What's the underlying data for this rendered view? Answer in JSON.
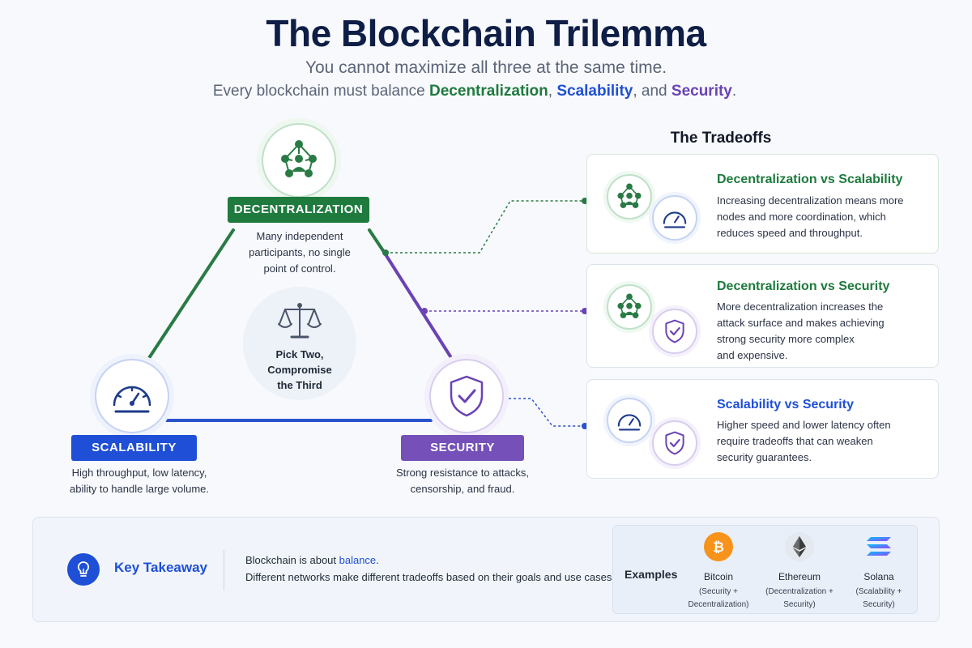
{
  "header": {
    "title": "The Blockchain Trilemma",
    "subtitle": "You cannot maximize all three at the same time.",
    "lead_prefix": "Every blockchain must balance ",
    "lead_decentralization": "Decentralization",
    "lead_comma": ", ",
    "lead_scalability": "Scalability",
    "lead_and": ", and ",
    "lead_security": "Security",
    "lead_end": "."
  },
  "trilemma": {
    "decentralization": {
      "label": "DECENTRALIZATION",
      "desc_lines": [
        "Many independent",
        "participants, no single",
        "point of control."
      ],
      "color": "#1e7a3d",
      "icon": "network-person-icon"
    },
    "scalability": {
      "label": "SCALABILITY",
      "desc_lines": [
        "High throughput, low latency,",
        "ability to handle large volume."
      ],
      "color": "#1e4fd6",
      "icon": "speedometer-icon"
    },
    "security": {
      "label": "SECURITY",
      "desc_lines": [
        "Strong resistance to attacks,",
        "censorship, and fraud."
      ],
      "color": "#7450b8",
      "icon": "shield-check-icon"
    },
    "center": {
      "lines": [
        "Pick Two,",
        "Compromise",
        "the Third"
      ],
      "icon": "balance-scale-icon"
    }
  },
  "tradeoffs": {
    "title": "The Tradeoffs",
    "cards": [
      {
        "title": "Decentralization vs Scalability",
        "body_lines": [
          "Increasing decentralization means more",
          "nodes and more coordination, which",
          "reduces speed and throughput."
        ],
        "title_color": "#1e7a3d"
      },
      {
        "title": "Decentralization vs Security",
        "body_lines": [
          "More decentralization increases the",
          "attack surface and makes achieving",
          "strong security more complex",
          "and expensive."
        ],
        "title_color": "#1e7a3d"
      },
      {
        "title": "Scalability vs Security",
        "body_lines": [
          "Higher speed and lower latency often",
          "require tradeoffs that can weaken",
          "security guarantees."
        ],
        "title_color": "#1e4fd6"
      }
    ]
  },
  "takeaway": {
    "label": "Key Takeaway",
    "line1_prefix": "Blockchain is about ",
    "line1_highlight": "balance",
    "line1_end": ".",
    "line2": "Different networks make different tradeoffs based on their goals and use cases.",
    "examples_label": "Examples",
    "examples": [
      {
        "name": "Bitcoin",
        "sub_lines": [
          "(Security +",
          "Decentralization)"
        ],
        "icon": "bitcoin-icon",
        "color": "#f7931a"
      },
      {
        "name": "Ethereum",
        "sub_lines": [
          "(Decentralization +",
          "Security)"
        ],
        "icon": "ethereum-icon",
        "color": "#3c3c3d"
      },
      {
        "name": "Solana",
        "sub_lines": [
          "(Scalability +",
          "Security)"
        ],
        "icon": "solana-icon",
        "color": "#9945ff"
      }
    ]
  }
}
